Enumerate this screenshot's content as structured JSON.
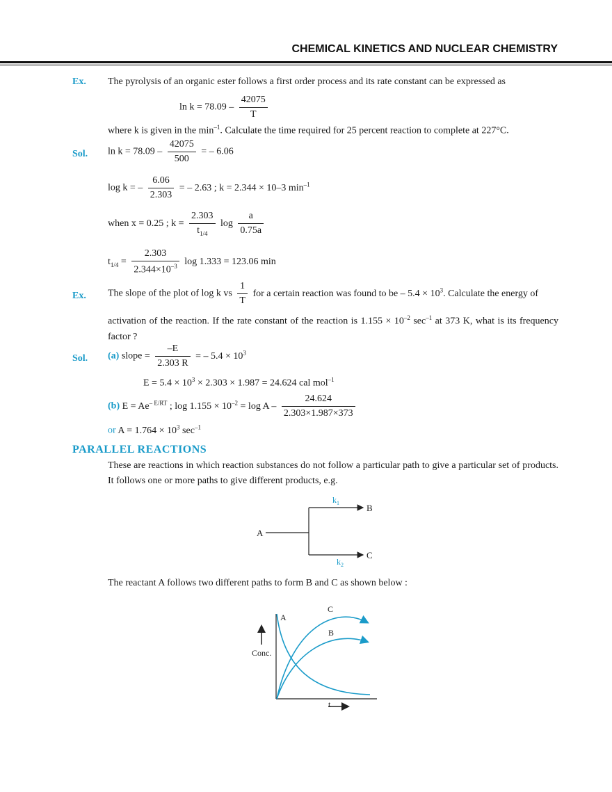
{
  "header": {
    "title": "CHEMICAL KINETICS AND NUCLEAR CHEMISTRY"
  },
  "ex1": {
    "label": "Ex.",
    "text": "The pyrolysis of an organic ester follows a first order process and its rate constant can be expressed as",
    "eq_left": "ln k = 78.09 –",
    "eq_num": "42075",
    "eq_den": "T",
    "where_text": "where k is given in the min–1. Calculate the time required for 25 percent reaction to complete at 227°C."
  },
  "sol1": {
    "label": "Sol.",
    "l1_left": "ln k = 78.09 –",
    "l1_num": "42075",
    "l1_den": "500",
    "l1_right": "= – 6.06",
    "l2_left": "log k = –",
    "l2_num": "6.06",
    "l2_den": "2.303",
    "l2_right": "= – 2.63 ; k = 2.344 × 10–3 min–1",
    "l3_left": "when x = 0.25 ; k =",
    "l3_num": "2.303",
    "l3_den": "t1/4",
    "l3_log": "log",
    "l3_num2": "a",
    "l3_den2": "0.75a",
    "l4_left": "t1/4 =",
    "l4_num": "2.303",
    "l4_den": "2.344×10–3",
    "l4_right": "log 1.333 = 123.06 min"
  },
  "ex2": {
    "label": "Ex.",
    "text_a": "The slope of the plot of log k vs",
    "frac_num": "1",
    "frac_den": "T",
    "text_b": "for a certain reaction was found to be – 5.4 × 103. Calculate the energy of",
    "text_c": "activation of the reaction. If the rate constant of the reaction is 1.155 × 10–2 sec–1 at 373 K, what is its frequency factor ?"
  },
  "sol2": {
    "label": "Sol.",
    "a_tag": "(a)",
    "a_left": "slope =",
    "a_num": "–E",
    "a_den": "2.303 R",
    "a_right": "= – 5.4 × 103",
    "e_line": "E = 5.4 × 103 × 2.303 × 1.987 = 24.624 cal mol–1",
    "b_tag": "(b)",
    "b_left": "E = Ae– E/RT ; log 1.155 × 10–2 = log A –",
    "b_num": "24.624",
    "b_den": "2.303×1.987×373",
    "or_tag": "or",
    "or_text": "A = 1.764 × 103 sec–1"
  },
  "parallel": {
    "heading": "PARALLEL REACTIONS",
    "text": "These are reactions in which reaction substances do not follow a particular path to give a particular set of products. It follows one or more paths to give different products, e.g.",
    "scheme": {
      "reactant": "A",
      "product1": "B",
      "product2": "C",
      "k1": "k1",
      "k2": "k2"
    },
    "text2": "The reactant A follows two different paths to form B and C as shown below :"
  },
  "graph": {
    "ylabel": "Conc.",
    "xlabel": "t",
    "curve_labels": [
      "A",
      "B",
      "C"
    ],
    "line_color": "#1a9bc9"
  }
}
